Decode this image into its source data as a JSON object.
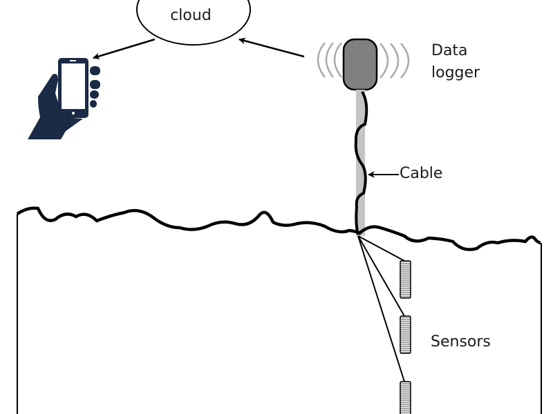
{
  "labels": {
    "cloud": "cloud",
    "logger_line1": "Data",
    "logger_line2": "logger",
    "cable": "Cable",
    "sensors": "Sensors"
  },
  "colors": {
    "phone": "#1b2a45",
    "logger_fill": "#808080",
    "signal_arcs": "#aaaaaa",
    "cable_sleeve": "#c4c4c4",
    "sensor_fill": "#a8a8a8"
  },
  "icons": {
    "phone": "hand-holding-smartphone-icon",
    "signal": "wireless-signal-icon"
  }
}
